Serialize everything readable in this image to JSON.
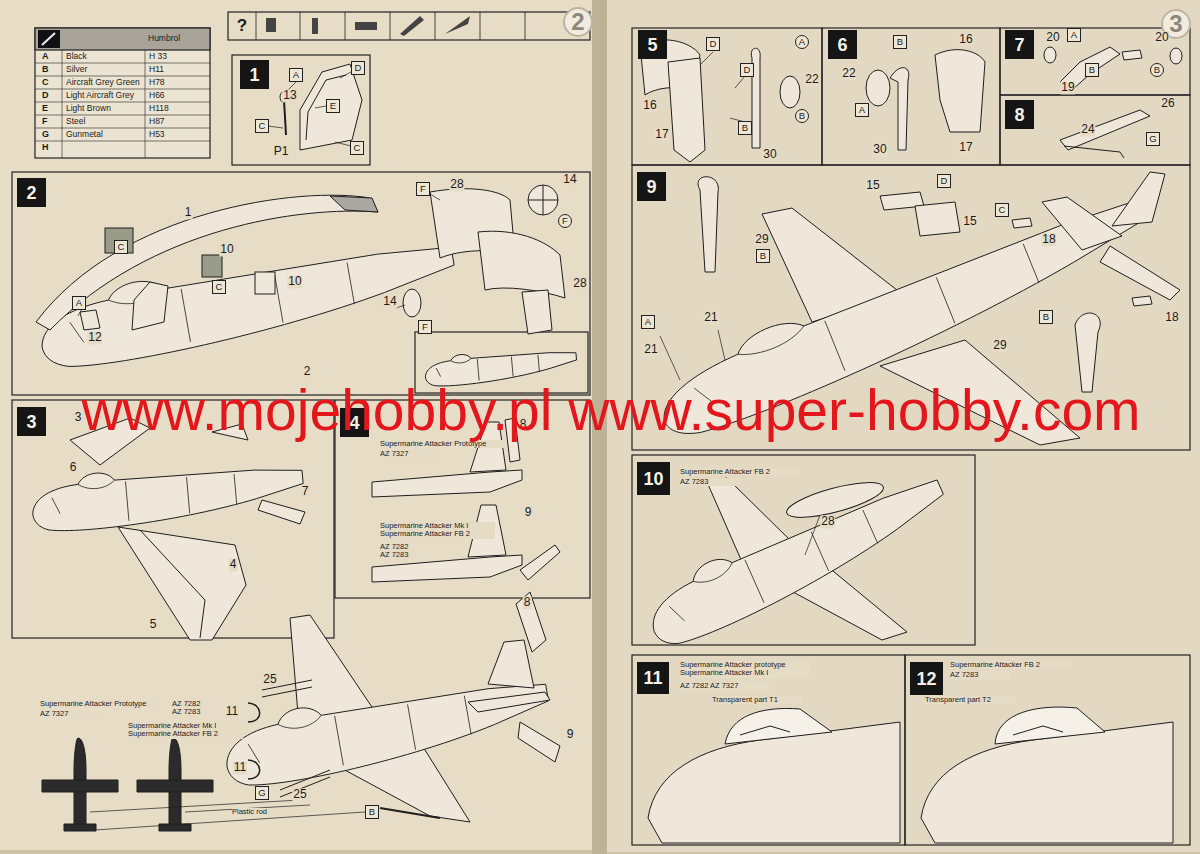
{
  "diagram": {
    "nodes": [
      {
        "text": [
          "1"
        ]
      },
      {
        "text": [
          "2"
        ]
      },
      {
        "text": [
          "3"
        ]
      },
      {
        "text": [
          "4"
        ]
      },
      {
        "text": [
          "5"
        ]
      },
      {
        "text": [
          "6"
        ]
      },
      {
        "text": [
          "7"
        ]
      },
      {
        "text": [
          "8"
        ]
      },
      {
        "text": [
          "9"
        ]
      },
      {
        "text": [
          "10"
        ]
      },
      {
        "text": [
          "11"
        ]
      },
      {
        "text": [
          "12"
        ]
      }
    ],
    "labels": [
      "Humbrol",
      "A",
      "Black",
      "H 33",
      "B",
      "Silver",
      "H11",
      "C",
      "Aircraft Grey Green",
      "H78",
      "D",
      "Light Aircraft Grey",
      "H66",
      "E",
      "Light Brown",
      "H118",
      "F",
      "Steel",
      "H87",
      "G",
      "Gunmetal",
      "H53",
      "H",
      "?",
      "2",
      "3",
      "A",
      "13",
      "C",
      "E",
      "D",
      "P1",
      "C",
      "28",
      "F",
      "14",
      "F",
      "1",
      "C",
      "10",
      "C",
      "10",
      "A",
      "12",
      "14",
      "F",
      "2",
      "28",
      "3",
      "6",
      "7",
      "4",
      "5",
      "8",
      "Supermarine Attacker Prototype",
      "AZ 7327",
      "9",
      "Supermarine Attacker Mk I Supermarine Attacker FB 2",
      "AZ 7282 AZ 7283",
      "8",
      "Supermarine Attacker Prototype",
      "AZ 7327",
      "AZ 7282 AZ 7283",
      "Supermarine Attacker Mk I Supermarine Attacker FB 2",
      "11",
      "25",
      "11",
      "25",
      "G",
      "B",
      "Plastic rod",
      "9",
      "www.mojehobby.pl www.super-hobby.com",
      "D",
      "D",
      "A",
      "16",
      "17",
      "B",
      "B",
      "22",
      "30",
      "B",
      "22",
      "A",
      "16",
      "30",
      "17",
      "20",
      "A",
      "20",
      "19",
      "B",
      "B",
      "26",
      "24",
      "G",
      "15",
      "D",
      "15",
      "C",
      "18",
      "18",
      "29",
      "B",
      "A",
      "21",
      "21",
      "B",
      "29",
      "Supermarine Attacker FB 2",
      "AZ 7283",
      "28",
      "Supermarine Attacker prototype Supermarine Attacker Mk I",
      "AZ 7282 AZ 7327",
      "Transparent part T1",
      "Supermarine Attacker FB 2",
      "AZ 7283",
      "Transparent part T2"
    ]
  }
}
